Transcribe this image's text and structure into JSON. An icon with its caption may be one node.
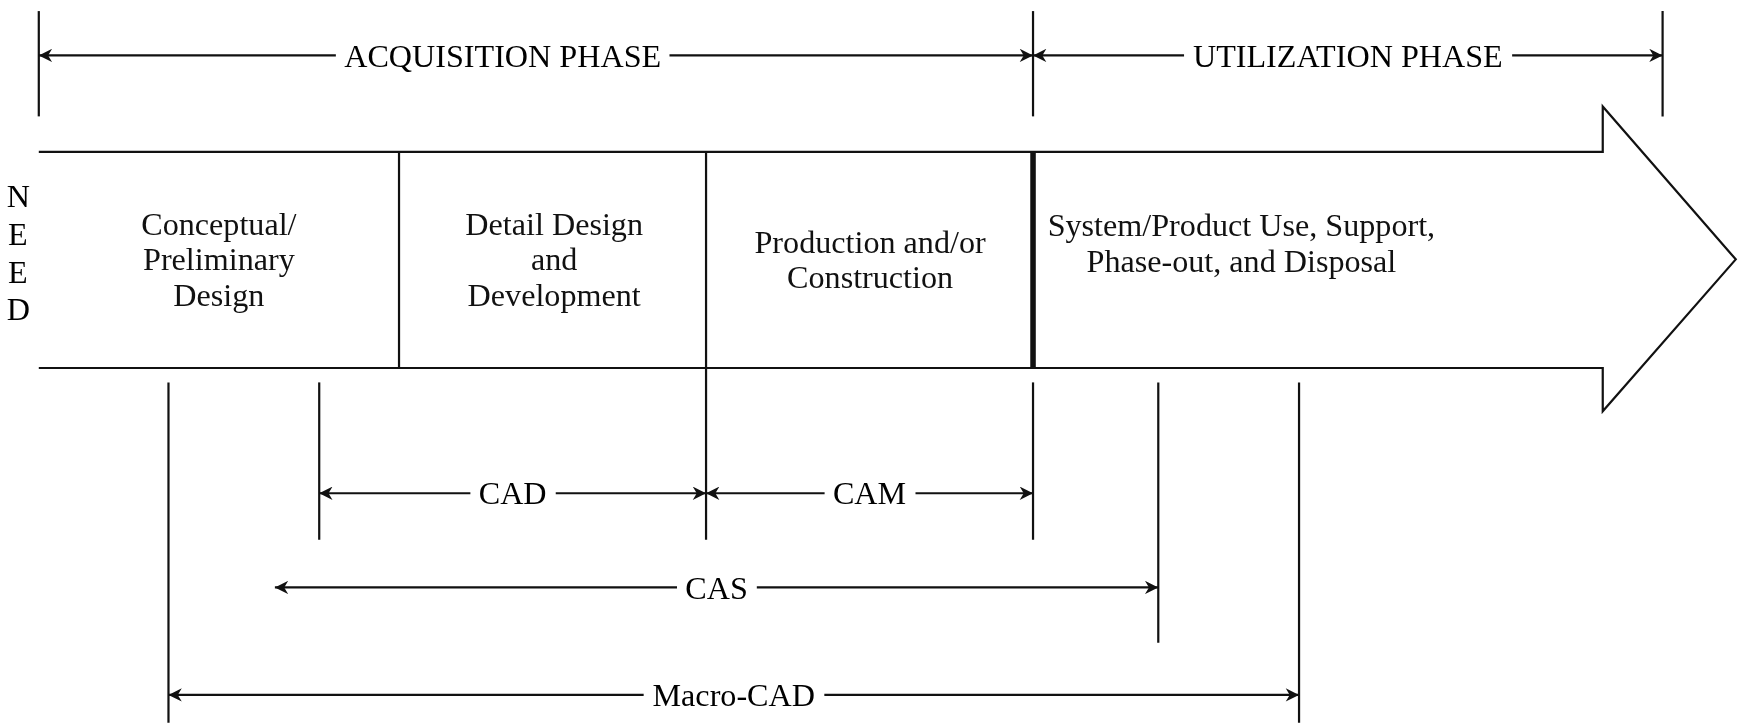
{
  "diagram": {
    "nodes": [
      {
        "text": [],
        "shape": "arrow"
      },
      {
        "text": [
          "Conceptual/ Preliminary Design"
        ],
        "in": 0
      },
      {
        "text": [
          "Detail Design and Development"
        ],
        "in": 0
      },
      {
        "text": [
          "Production and/or Construction"
        ],
        "in": 0
      },
      {
        "text": [
          "System/Product Use, Support, Phase-out, and Disposal"
        ],
        "in": 0
      }
    ],
    "edges": [],
    "labels": [
      "ACQUISITION PHASE",
      "UTILIZATION PHASE",
      "NEED",
      "CAD",
      "CAM",
      "CAS",
      "Macro-CAD"
    ]
  }
}
